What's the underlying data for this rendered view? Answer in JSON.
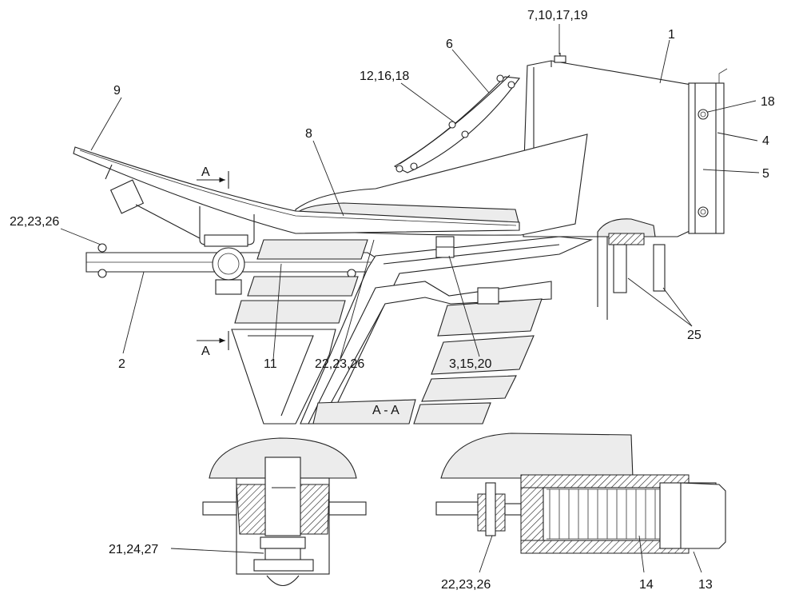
{
  "callouts": {
    "c1": "1",
    "c2": "2",
    "c3_15_20": "3,15,20",
    "c4": "4",
    "c5": "5",
    "c6": "6",
    "c7_10_17_19": "7,10,17,19",
    "c8": "8",
    "c9": "9",
    "c11": "11",
    "c12_16_18": "12,16,18",
    "c13": "13",
    "c14": "14",
    "c18": "18",
    "c21_24_27": "21,24,27",
    "c22_23_26_left": "22,23,26",
    "c22_23_26_mid": "22,23,26",
    "c22_23_26_bottom": "22,23,26",
    "c25": "25"
  },
  "section_marks": {
    "a_top": "A",
    "a_bottom": "A",
    "view_label": "A - A"
  }
}
